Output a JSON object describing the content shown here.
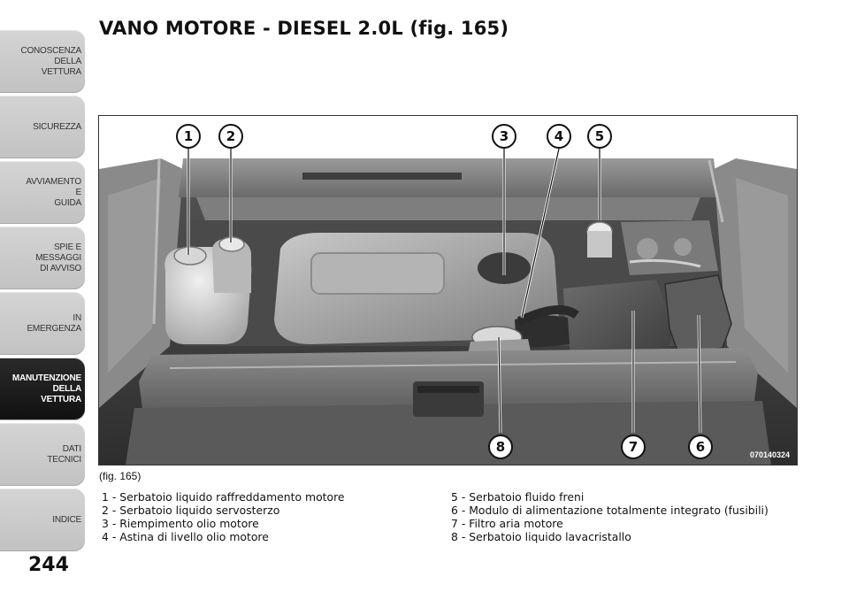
{
  "sidebar": {
    "tabs": [
      {
        "label": "CONOSCENZA\nDELLA\nVETTURA",
        "active": false
      },
      {
        "label": "SICUREZZA",
        "active": false
      },
      {
        "label": "AVVIAMENTO\nE\nGUIDA",
        "active": false
      },
      {
        "label": "SPIE E\nMESSAGGI\nDI AVVISO",
        "active": false
      },
      {
        "label": "IN\nEMERGENZA",
        "active": false
      },
      {
        "label": "MANUTENZIONE\nDELLA\nVETTURA",
        "active": true
      },
      {
        "label": "DATI\nTECNICI",
        "active": false
      },
      {
        "label": "INDICE",
        "active": false
      }
    ],
    "active_color": "#1a1a1a",
    "tab_color": "#c8c8c8"
  },
  "page_number": "244",
  "title": "VANO MOTORE - DIESEL 2.0L (fig.  165)",
  "figure": {
    "code": "070140324",
    "caption": "(fig. 165)",
    "callouts": [
      "1",
      "2",
      "3",
      "4",
      "5",
      "6",
      "7",
      "8"
    ]
  },
  "legend": {
    "left": [
      "1 - Serbatoio liquido raffreddamento motore",
      "2 - Serbatoio liquido servosterzo",
      "3 - Riempimento olio motore",
      "4 - Astina di livello olio motore"
    ],
    "right": [
      "5 - Serbatoio fluido freni",
      "6 - Modulo di alimentazione totalmente integrato (fusibili)",
      "7 - Filtro aria motore",
      "8 - Serbatoio liquido lavacristallo"
    ]
  }
}
